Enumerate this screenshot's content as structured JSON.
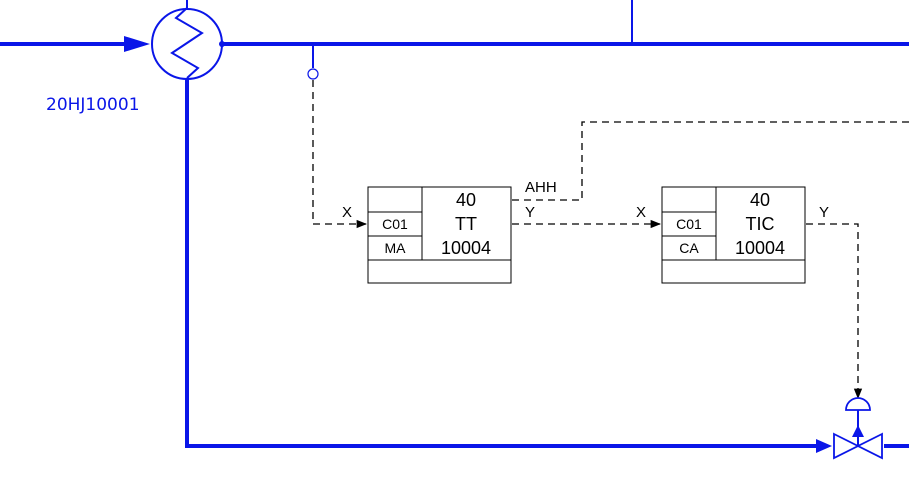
{
  "colors": {
    "process_line": "#0a16e8",
    "signal_line": "#000000",
    "background": "#ffffff"
  },
  "equipment": {
    "heat_exchanger": {
      "tag": "20HJ10001",
      "icon": "heat-exchanger-icon"
    },
    "control_valve": {
      "icon": "control-valve-icon",
      "actuator_icon": "valve-actuator-icon"
    },
    "tap_point_icon": "tap-point-icon"
  },
  "function_blocks": [
    {
      "id": "tt",
      "number": "40",
      "type": "TT",
      "loop": "10004",
      "code": "C01",
      "mode": "MA",
      "input_label": "X",
      "output_label": "Y",
      "alarm_label": "AHH"
    },
    {
      "id": "tic",
      "number": "40",
      "type": "TIC",
      "loop": "10004",
      "code": "C01",
      "mode": "CA",
      "input_label": "X",
      "output_label": "Y"
    }
  ]
}
